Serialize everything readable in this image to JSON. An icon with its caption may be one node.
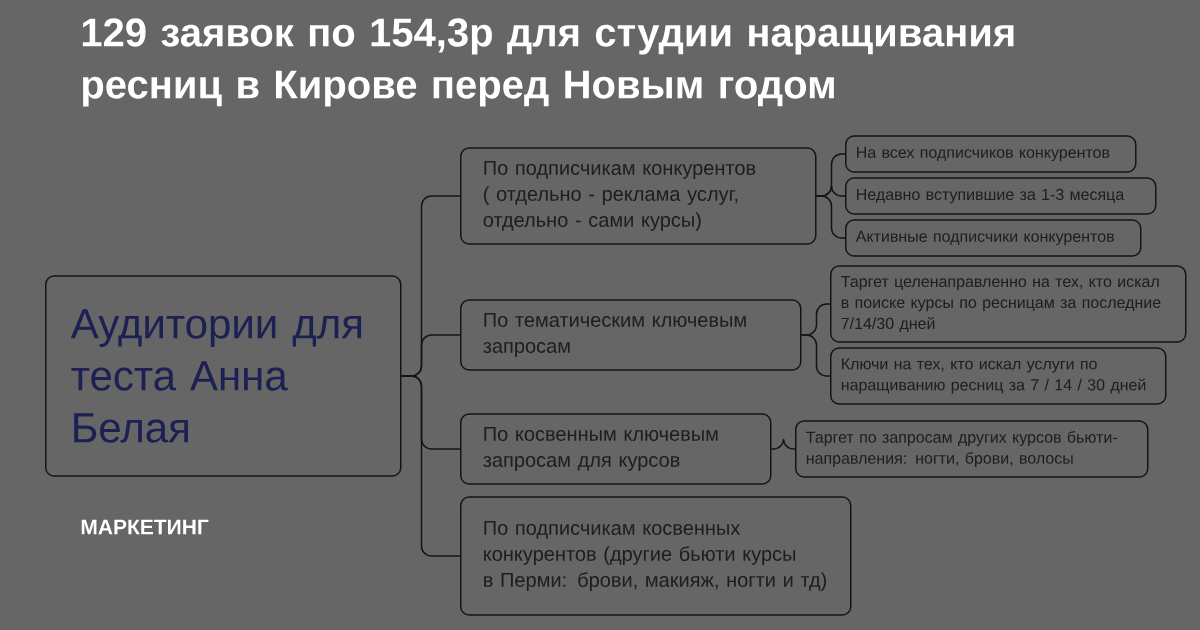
{
  "diagram": {
    "title": "129 заявок по 154,3р для студии наращивания ресниц в Кирове перед Новым годом",
    "nodes": [
      {
        "text": [
          "Аудитории для теста Анна Белая"
        ]
      },
      {
        "text": [
          "По подписчикам конкурентов ( отдельно - реклама услуг, отдельно - сами курсы)"
        ]
      },
      {
        "text": [
          "На всех подписчиков конкурентов"
        ]
      },
      {
        "text": [
          "Недавно вступившие за 1-3 месяца"
        ]
      },
      {
        "text": [
          "Активные подписчики конкурентов"
        ]
      },
      {
        "text": [
          "По тематическим ключевым запросам"
        ]
      },
      {
        "text": [
          "Таргет целенаправленно на тех, кто искал в поиске курсы по ресницам за последние 7/14/30 дней"
        ]
      },
      {
        "text": [
          "Ключи на тех, кто искал услуги по наращиванию ресниц за 7 / 14 / 30 дней"
        ]
      },
      {
        "text": [
          "По косвенным ключевым запросам для курсов"
        ]
      },
      {
        "text": [
          "Таргет по запросам других курсов бьюти-направления: ногти, брови, волосы"
        ]
      },
      {
        "text": [
          "По подписчикам косвенных конкурентов (другие бьюти курсы в Перми: брови, макияж, ногти и тд)"
        ]
      }
    ],
    "edges": [
      {
        "from": 0,
        "to": 1,
        "arrow": "none"
      },
      {
        "from": 1,
        "to": 2,
        "arrow": "none"
      },
      {
        "from": 1,
        "to": 3,
        "arrow": "none"
      },
      {
        "from": 1,
        "to": 4,
        "arrow": "none"
      },
      {
        "from": 0,
        "to": 5,
        "arrow": "none"
      },
      {
        "from": 5,
        "to": 6,
        "arrow": "none"
      },
      {
        "from": 5,
        "to": 7,
        "arrow": "none"
      },
      {
        "from": 0,
        "to": 8,
        "arrow": "none"
      },
      {
        "from": 8,
        "to": 9,
        "arrow": "none"
      },
      {
        "from": 0,
        "to": 10,
        "arrow": "none"
      }
    ],
    "labels": [
      "МАРКЕТИНГ"
    ]
  }
}
